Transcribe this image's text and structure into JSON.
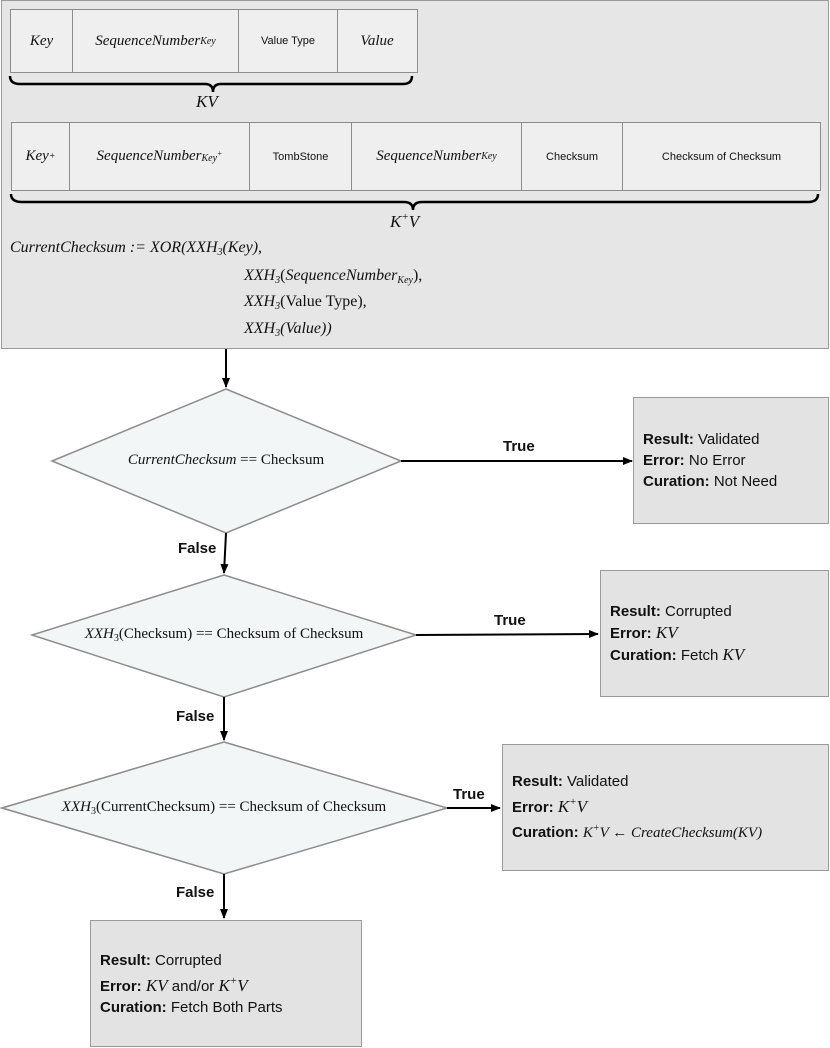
{
  "kv_record": {
    "key": "Key",
    "seq_base": "SequenceNumber",
    "seq_sub": "Key",
    "value_type": "Value Type",
    "value": "Value",
    "label": "KV"
  },
  "kplus_record": {
    "key_base": "Key",
    "key_sup": "+",
    "seq1_base": "SequenceNumber",
    "seq1_sub_base": "Key",
    "seq1_sub_sup": "+",
    "tombstone": "TombStone",
    "seq2_base": "SequenceNumber",
    "seq2_sub": "Key",
    "checksum": "Checksum",
    "checksum_of_checksum": "Checksum of Checksum",
    "label_base": "K",
    "label_sup": "+",
    "label_tail": "V"
  },
  "formula": {
    "line1": "CurrentChecksum := XOR(XXH",
    "h_sub": "3",
    "line1_arg": "(Key),",
    "line2_head": "XXH",
    "line2_open": "(",
    "line2_arg_base": "SequenceNumber",
    "line2_arg_sub": "Key",
    "line2_close": "),",
    "line3_head": "XXH",
    "line3_open": "(",
    "line3_arg": "Value Type",
    "line3_close": "),",
    "line4_head": "XXH",
    "line4_arg": "(Value))"
  },
  "decisions": [
    {
      "lhs": "CurrentChecksum",
      "op": " == ",
      "rhs": "Checksum"
    },
    {
      "lhs_head": "XXH",
      "lhs_sub": "3",
      "lhs_arg": "(Checksum)",
      "op": " == ",
      "rhs": "Checksum of Checksum"
    },
    {
      "lhs_head": "XXH",
      "lhs_sub": "3",
      "lhs_arg": "(CurrentChecksum)",
      "op": " == ",
      "rhs": "Checksum of Checksum"
    }
  ],
  "edges": {
    "true_label": "True",
    "false_label": "False"
  },
  "results": [
    {
      "result_label": "Result:",
      "result": "Validated",
      "error_label": "Error:",
      "error": "No Error",
      "curation_label": "Curation:",
      "curation": "Not Need"
    },
    {
      "result_label": "Result:",
      "result": "Corrupted",
      "error_label": "Error:",
      "error": "KV",
      "curation_label": "Curation:",
      "curation_text": "Fetch",
      "curation_math": "KV"
    },
    {
      "result_label": "Result:",
      "result": "Validated",
      "error_label": "Error:",
      "error_base": "K",
      "error_sup": "+",
      "error_tail": "V",
      "curation_label": "Curation:",
      "curation_base": "K",
      "curation_sup": "+",
      "curation_tail": "V ← CreateChecksum(KV)"
    },
    {
      "result_label": "Result:",
      "result": "Corrupted",
      "error_label": "Error:",
      "error_a": "KV",
      "error_and": "and/or",
      "error_b_base": "K",
      "error_b_sup": "+",
      "error_b_tail": "V",
      "curation_label": "Curation:",
      "curation": "Fetch Both Parts"
    }
  ],
  "colors": {
    "panel": "#e6e6e6",
    "diamond_fill": "#f3f6f6",
    "result_box": "#e3e3e3",
    "stroke": "#8c8c8c"
  }
}
